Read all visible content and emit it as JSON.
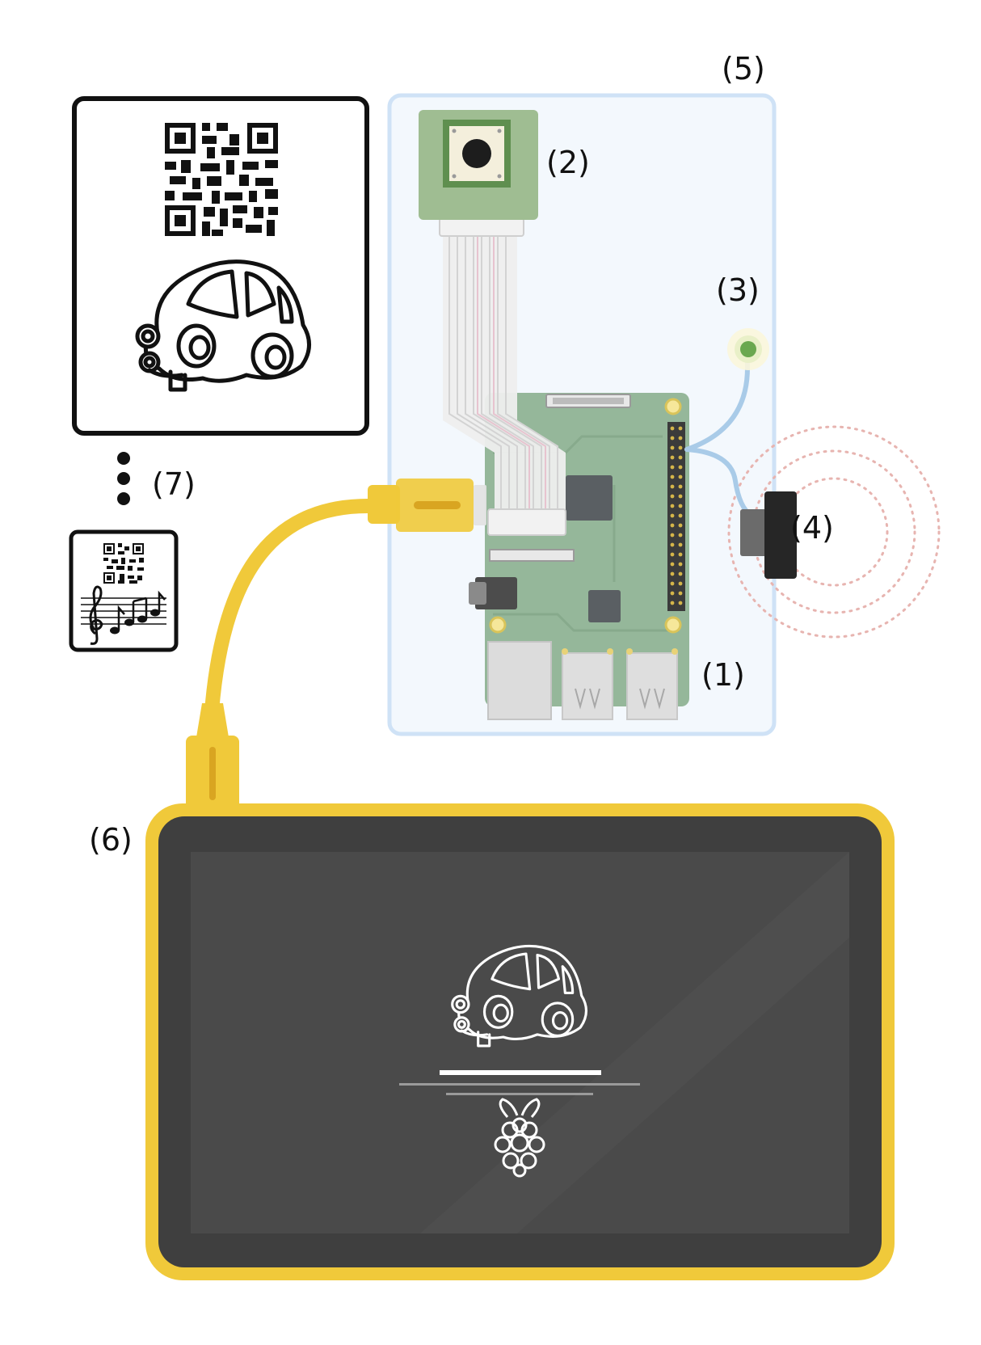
{
  "labels": {
    "board": "(1)",
    "button": "(2)",
    "led": "(3)",
    "speaker": "(4)",
    "enclosure": "(5)",
    "display": "(6)",
    "more_cards": "(7)"
  },
  "colors": {
    "enclosure_fill": "#f3f8fd",
    "enclosure_stroke": "#cfe2f6",
    "board_green": "#95b79a",
    "cable_yellow": "#f0c93a",
    "display_frame": "#f0c93a",
    "screen": "#4a4a4a",
    "led_green": "#6aa84f",
    "sound_waves": "#e7b4b0"
  },
  "icons": [
    "qr-code-icon",
    "car-icon",
    "music-notes-icon",
    "raspberry-pi-logo-icon",
    "speaker-icon",
    "push-button-icon",
    "led-icon"
  ]
}
